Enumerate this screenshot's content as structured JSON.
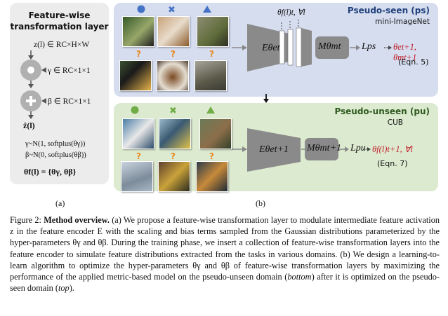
{
  "panel_a": {
    "title_line1": "Feature-wise",
    "title_line2": "transformation layer",
    "z_def": "z(l) ∈ RC×H×W",
    "gamma_def": "γ ∈ RC×1×1",
    "beta_def": "β ∈ RC×1×1",
    "zhat": "ẑ(l)",
    "gamma_dist": "γ~N(1, softplus(θγ))",
    "beta_dist": "β~N(0, softplus(θβ))",
    "theta_def": "θf(l) = {θγ, θβ}",
    "label": "(a)"
  },
  "panel_ps": {
    "title": "Pseudo-seen (ps)",
    "dataset": "mini-ImageNet",
    "theta_label": "θf(l)t, ∀l",
    "encoder": "Eθet",
    "metric": "Mθmt",
    "loss": "Lps",
    "update": "θet+1, θmt+1",
    "eqn": "(Eqn. 5)"
  },
  "panel_pu": {
    "title": "Pseudo-unseen (pu)",
    "dataset": "CUB",
    "encoder": "Eθet+1",
    "metric": "Mθmt+1",
    "loss": "Lpu",
    "update": "θf(l)t+1, ∀l",
    "eqn": "(Eqn. 7)"
  },
  "panel_b_label": "(b)",
  "question_mark": "?",
  "caption": {
    "prefix": "Figure 2: ",
    "bold": "Method overview.",
    "text": " (a) We propose a feature-wise transformation layer to modulate intermediate feature activation z in the feature encoder E with the scaling and bias terms sampled from the Gaussian distributions parameterized by the hyper-parameters θγ and θβ. During the training phase, we insert a collection of feature-wise transformation layers into the feature encoder to simulate feature distributions extracted from the tasks in various domains. (b) We design a learning-to-learn algorithm to optimize the hyper-parameters θγ and θβ of feature-wise transformation layers by maximizing the performance of the applied metric-based model on the pseudo-unseen domain (",
    "bottom": "bottom",
    "middle": ") after it is optimized on the pseudo-seen domain (",
    "top": "top",
    "end": ")."
  },
  "colors": {
    "ps_bg": "#d5ddef",
    "pu_bg": "#dcead0",
    "panel_a_bg": "#ececec",
    "class_marker_blue": "#4472c4",
    "class_marker_green": "#70ad47",
    "question": "#e8871e",
    "update_red": "#c0202a"
  }
}
